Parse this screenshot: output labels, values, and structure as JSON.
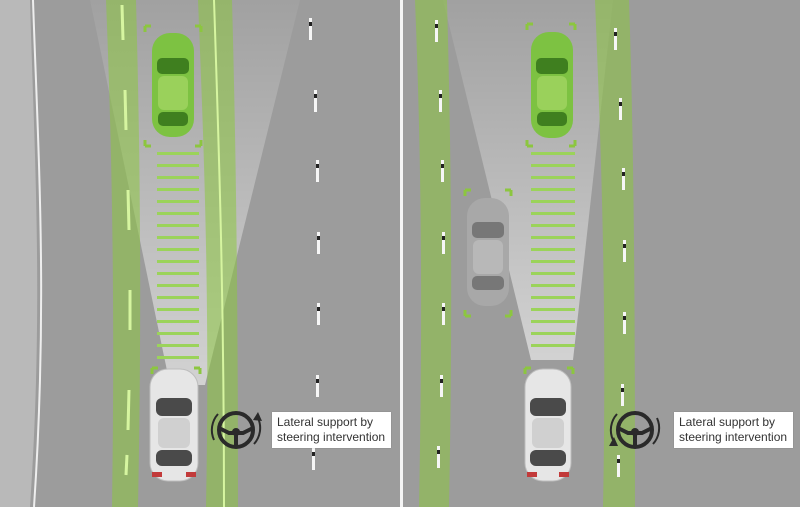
{
  "panels": [
    {
      "id": "left",
      "label": "Lateral support by\nsteering intervention"
    },
    {
      "id": "right",
      "label": "Lateral support by\nsteering intervention"
    }
  ],
  "colors": {
    "road": "#9c9c9c",
    "lane_highlight": "#8cc63f",
    "car_green": "#7dc242",
    "car_silver": "#e6e6e6",
    "car_grey": "#a8a8a8",
    "distance_bars": "#9bd35a",
    "divider": "#f4f4f4"
  },
  "icons": [
    "steering-wheel-icon",
    "rotation-arrow-icon",
    "delineator-post-icon"
  ]
}
